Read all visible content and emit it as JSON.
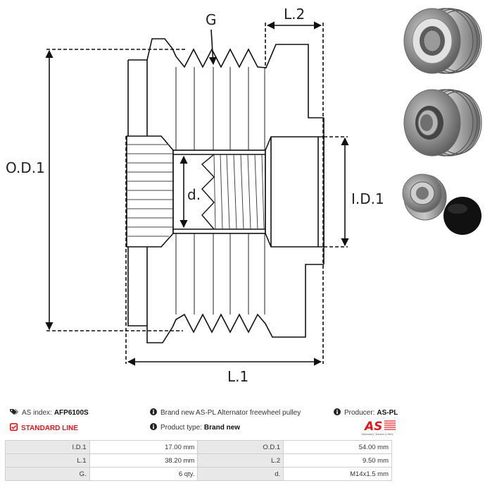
{
  "drawing": {
    "labels": {
      "groove": "G",
      "length2": "L.2",
      "outer_diameter": "O.D.1",
      "thread": "d.",
      "inner_diameter": "I.D.1",
      "length1": "L.1"
    }
  },
  "photos": [
    {
      "alt": "pulley-front-splined-view"
    },
    {
      "alt": "pulley-rear-bearing-view"
    },
    {
      "alt": "pulley-small-with-cap"
    }
  ],
  "info": {
    "as_index_label": "AS index:",
    "as_index_value": "AFP6100S",
    "line_label": "STANDARD LINE",
    "description": "Brand new AS-PL Alternator freewheel pulley",
    "product_type_label": "Product type:",
    "product_type_value": "Brand new",
    "producer_label": "Producer:",
    "producer_value": "AS-PL",
    "logo_text": "AS",
    "logo_tagline": "Alternators, Starters & Parts"
  },
  "colors": {
    "accent_red": "#e3161b",
    "table_key_bg": "#e8e8e8",
    "table_border": "#cfcfcf"
  },
  "specs": [
    [
      {
        "k": "I.D.1",
        "v": "17.00 mm"
      },
      {
        "k": "O.D.1",
        "v": "54.00 mm"
      }
    ],
    [
      {
        "k": "L.1",
        "v": "38.20 mm"
      },
      {
        "k": "L.2",
        "v": "9.50 mm"
      }
    ],
    [
      {
        "k": "G.",
        "v": "6 qty."
      },
      {
        "k": "d.",
        "v": "M14x1.5 mm"
      }
    ]
  ]
}
